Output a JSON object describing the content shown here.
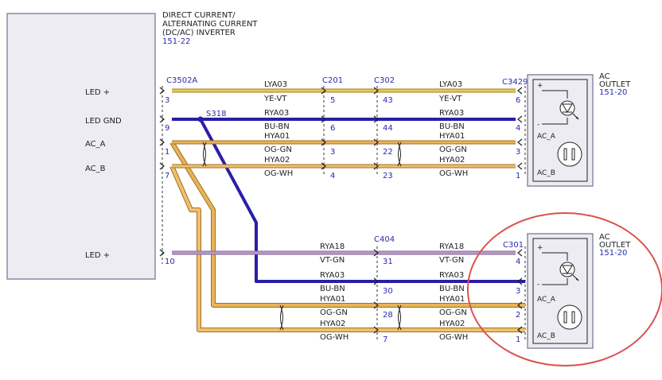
{
  "inverter": {
    "title": [
      "DIRECT CURRENT/",
      "ALTERNATING CURRENT",
      "(DC/AC) INVERTER"
    ],
    "ref": "151-22",
    "pins": [
      "LED +",
      "LED GND",
      "AC_A",
      "AC_B",
      "LED +"
    ]
  },
  "connectors": {
    "c3502a": "C3502A",
    "c201": "C201",
    "c302": "C302",
    "c3429": "C3429",
    "c404": "C404",
    "c301": "C301",
    "s318": "S318"
  },
  "outlet_top": {
    "title": [
      "AC",
      "OUTLET"
    ],
    "ref": "151-20",
    "plus": "+",
    "minus": "-",
    "ac_a": "AC_A",
    "ac_b": "AC_B"
  },
  "outlet_bottom": {
    "title": [
      "AC",
      "OUTLET"
    ],
    "ref": "151-20",
    "plus": "+",
    "minus": "-",
    "ac_a": "AC_A",
    "ac_b": "AC_B"
  },
  "wires_top": [
    {
      "circuit": "LYA03",
      "color_code": "YE-VT",
      "pin_inv": "3",
      "pin_c201": "5",
      "pin_c302": "43",
      "pin_out": "6",
      "color": "#e6c860"
    },
    {
      "circuit": "RYA03",
      "color_code": "BU-BN",
      "pin_inv": "9",
      "pin_c201": "6",
      "pin_c302": "44",
      "pin_out": "4",
      "color": "#2a1ea8"
    },
    {
      "circuit": "HYA01",
      "color_code": "OG-GN",
      "pin_inv": "1",
      "pin_c201": "3",
      "pin_c302": "22",
      "pin_out": "3",
      "color": "#e8b458"
    },
    {
      "circuit": "HYA02",
      "color_code": "OG-WH",
      "pin_inv": "7",
      "pin_c201": "4",
      "pin_c302": "23",
      "pin_out": "1",
      "color": "#f0c070"
    }
  ],
  "wires_bottom": [
    {
      "circuit": "RYA18",
      "color_code": "VT-GN",
      "pin_inv": "10",
      "pin_c404": "31",
      "pin_out": "4",
      "color": "#b89ac8"
    },
    {
      "circuit": "RYA03",
      "color_code": "BU-BN",
      "pin_c404": "30",
      "pin_out": "3",
      "color": "#2a1ea8"
    },
    {
      "circuit": "HYA01",
      "color_code": "OG-GN",
      "pin_c404": "28",
      "pin_out": "2",
      "color": "#e8b458"
    },
    {
      "circuit": "HYA02",
      "color_code": "OG-WH",
      "pin_c404": "7",
      "pin_out": "1",
      "color": "#f0c070"
    }
  ],
  "colors": {
    "highlight": "#d9534f",
    "label_blue": "#2a2ab0",
    "box_fill": "#ececf2",
    "box_border": "#8a8aa8"
  }
}
